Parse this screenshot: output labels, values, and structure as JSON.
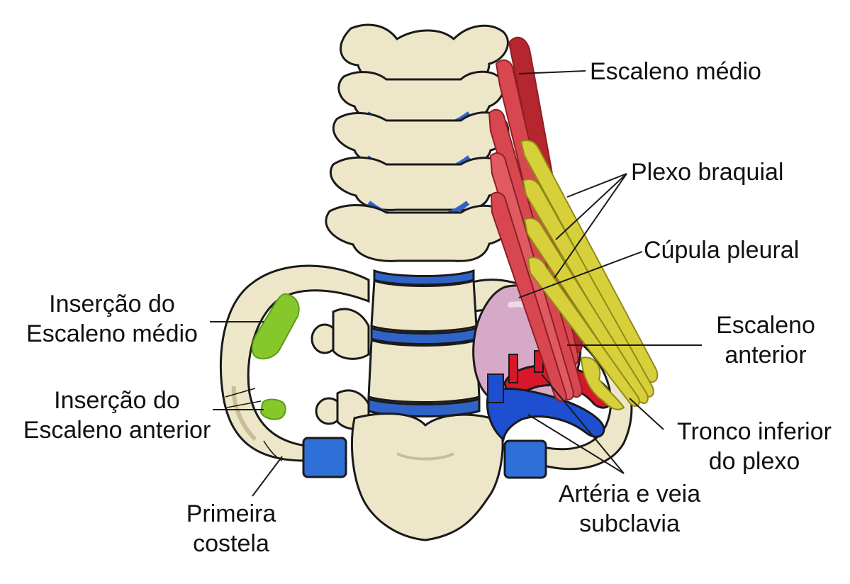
{
  "labels": {
    "escaleno_medio": "Escaleno médio",
    "plexo_braquial": "Plexo braquial",
    "cupula_pleural": "Cúpula pleural",
    "escaleno_anterior_1": "Escaleno",
    "escaleno_anterior_2": "anterior",
    "tronco_inferior_1": "Tronco inferior",
    "tronco_inferior_2": "do plexo",
    "arteria_veia_1": "Artéria e veia",
    "arteria_veia_2": "subclavia",
    "primeira_costela_1": "Primeira",
    "primeira_costela_2": "costela",
    "insercao_medio_1": "Inserção do",
    "insercao_medio_2": "Escaleno médio",
    "insercao_anterior_1": "Inserção do",
    "insercao_anterior_2": "Escaleno anterior"
  },
  "colors": {
    "bone": "#EDE6C8",
    "bone_shadow": "#C9BE96",
    "disc": "#2F63C8",
    "muscle": "#D8474F",
    "muscle_dark": "#8E1F25",
    "nerve": "#D8D03A",
    "nerve_dark": "#8F8A18",
    "pleura": "#D7A9C8",
    "artery": "#D8182A",
    "vein": "#1E4FD0",
    "insertion": "#86C82C",
    "cartilage": "#2F6FD8",
    "outline": "#1a1a1a"
  }
}
